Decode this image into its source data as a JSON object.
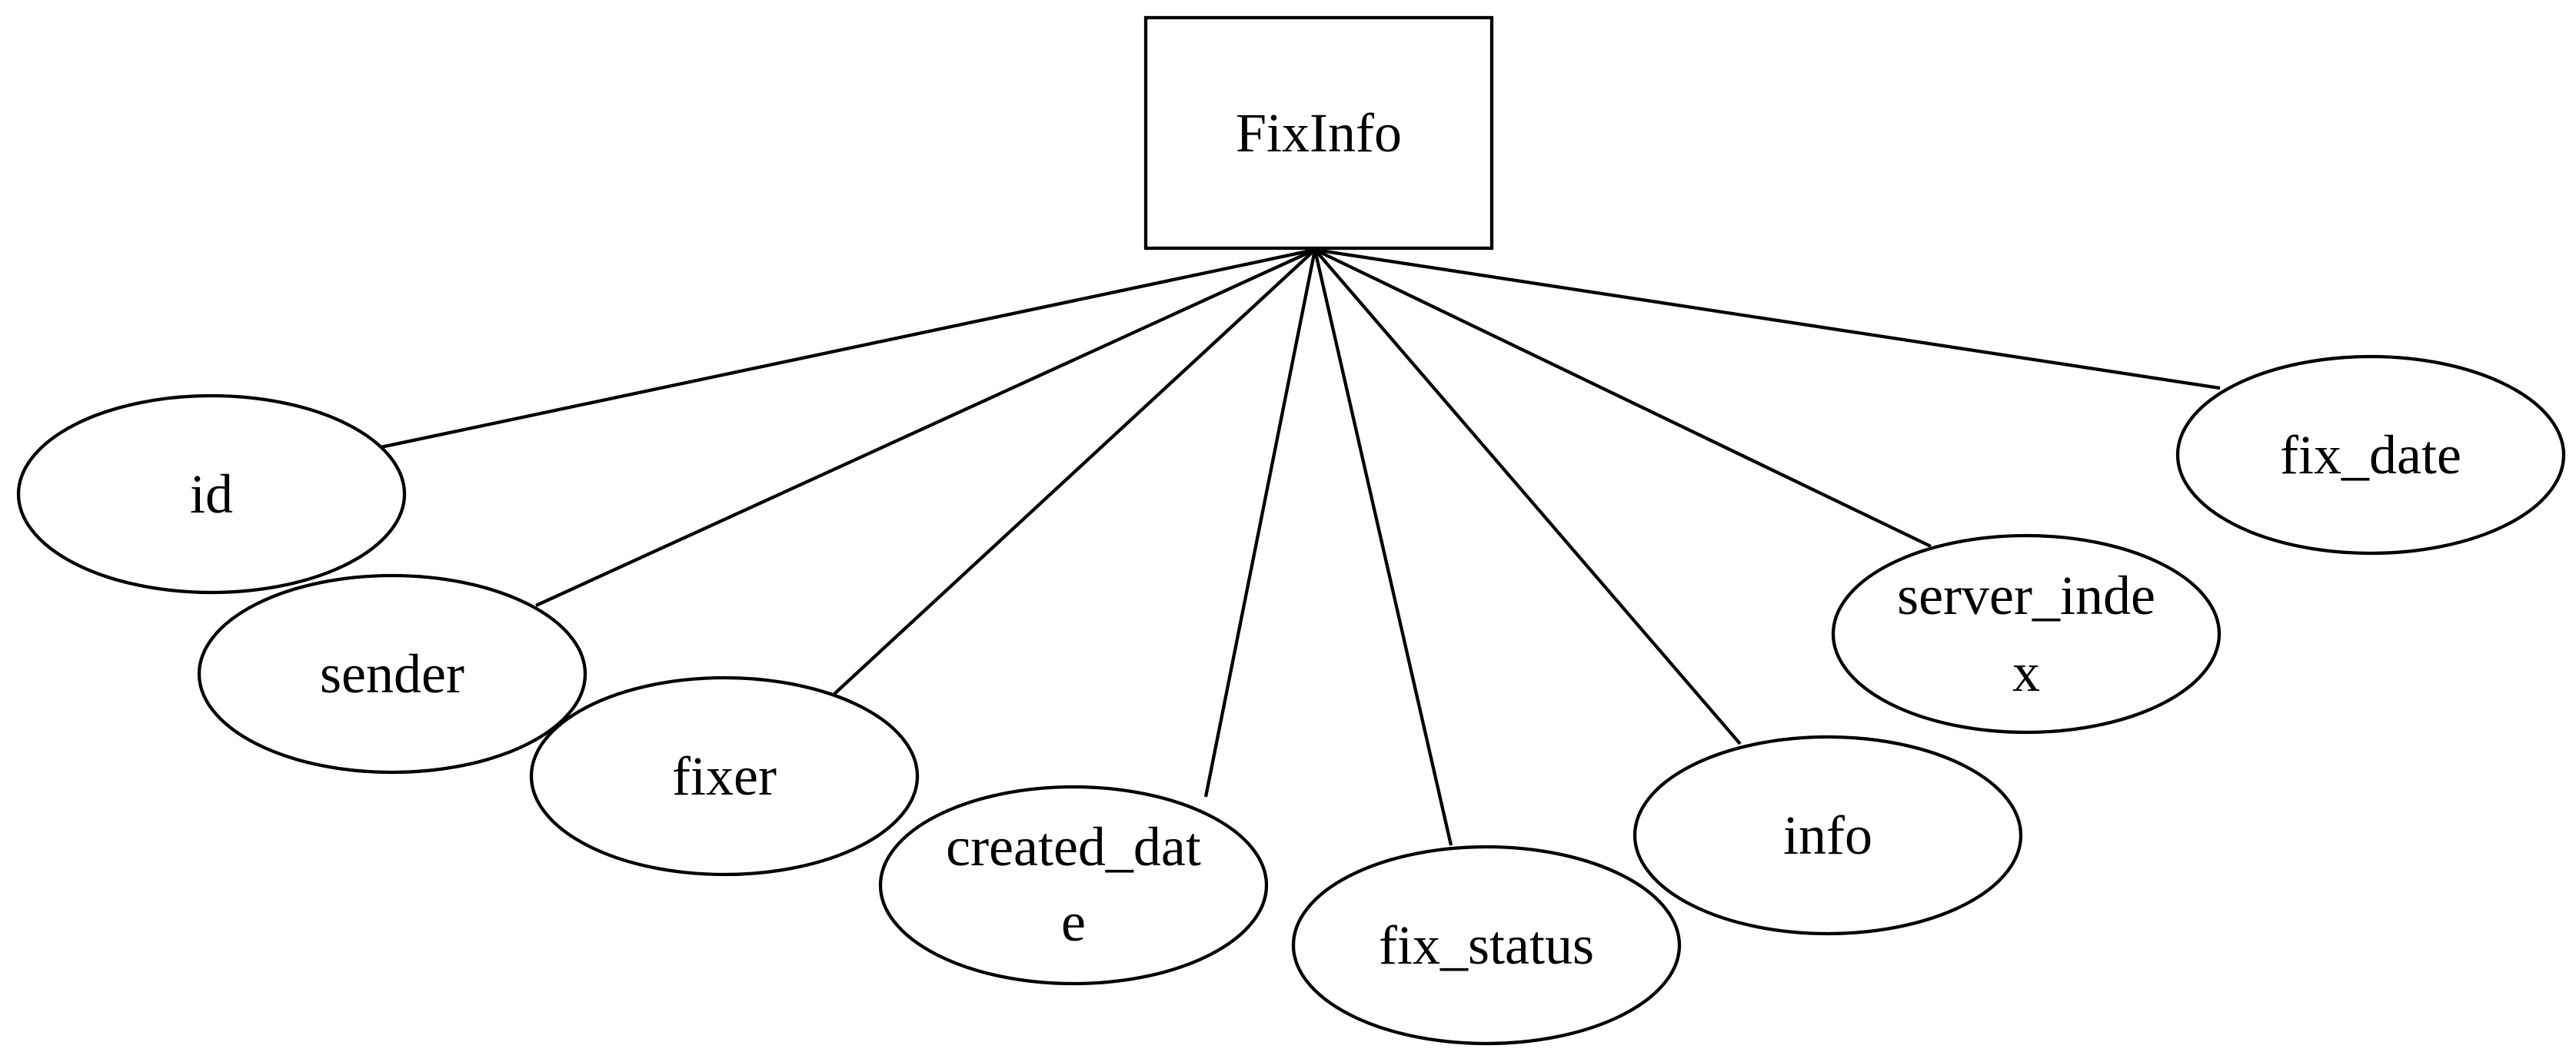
{
  "entity": {
    "name": "FixInfo"
  },
  "attributes": [
    {
      "id": "id",
      "lines": [
        "id"
      ]
    },
    {
      "id": "sender",
      "lines": [
        "sender"
      ]
    },
    {
      "id": "fixer",
      "lines": [
        "fixer"
      ]
    },
    {
      "id": "created_date",
      "lines": [
        "created_dat",
        "e"
      ]
    },
    {
      "id": "fix_status",
      "lines": [
        "fix_status"
      ]
    },
    {
      "id": "info",
      "lines": [
        "info"
      ]
    },
    {
      "id": "server_index",
      "lines": [
        "server_inde",
        "x"
      ]
    },
    {
      "id": "fix_date",
      "lines": [
        "fix_date"
      ]
    }
  ]
}
